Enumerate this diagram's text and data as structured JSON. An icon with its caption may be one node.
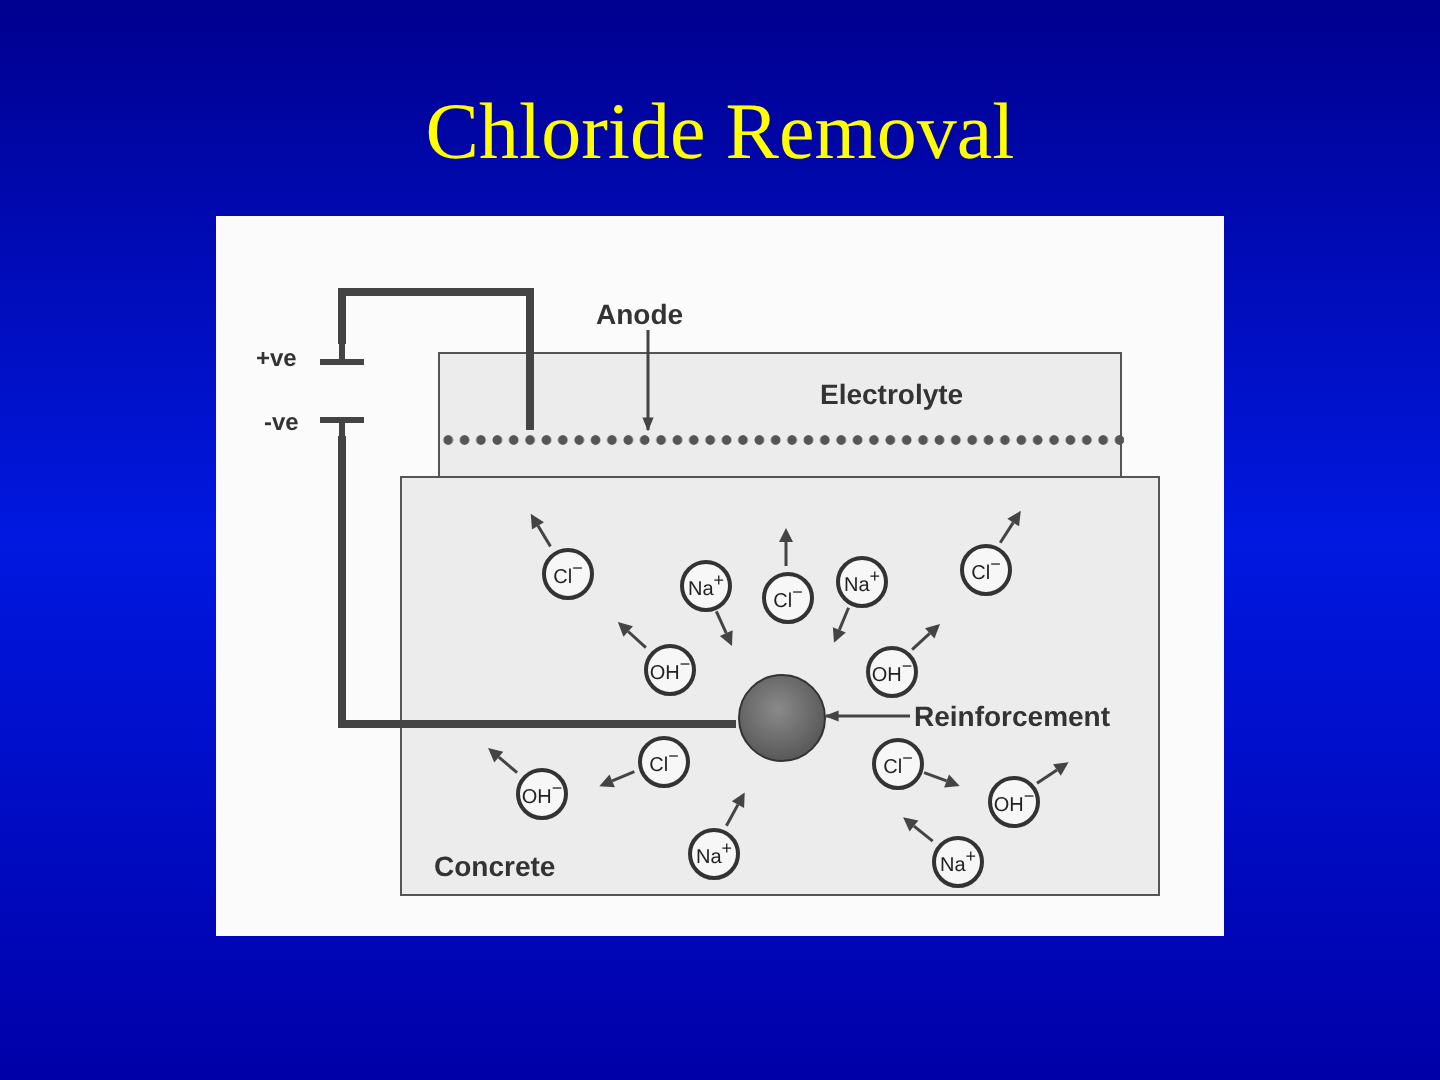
{
  "diagram": {
    "title": "Chloride Removal",
    "nodes": [
      {
        "text": [
          "+ve",
          "-ve"
        ]
      },
      {
        "text": [
          "Anode"
        ]
      },
      {
        "text": [
          "Electrolyte"
        ]
      },
      {
        "text": [],
        "shape": "bar",
        "in": 2
      },
      {
        "text": [
          "Concrete"
        ]
      },
      {
        "text": [],
        "shape": "circle",
        "in": 4
      },
      {
        "text": [
          "Reinforcement"
        ],
        "in": 4
      },
      {
        "text": [
          "Cl$^{−}$"
        ],
        "in": 4
      },
      {
        "text": [
          "Na$^{+}$"
        ],
        "in": 4
      },
      {
        "text": [
          "Cl$^{−}$"
        ],
        "in": 4
      },
      {
        "text": [
          "Na$^{+}$"
        ],
        "in": 4
      },
      {
        "text": [
          "Cl$^{−}$"
        ],
        "in": 4
      },
      {
        "text": [
          "OH$^{−}$"
        ],
        "in": 4
      },
      {
        "text": [
          "OH$^{−}$"
        ],
        "in": 4
      },
      {
        "text": [
          "OH$^{−}$"
        ],
        "in": 4
      },
      {
        "text": [
          "Cl$^{−}$"
        ],
        "in": 4
      },
      {
        "text": [
          "Cl$^{−}$"
        ],
        "in": 4
      },
      {
        "text": [
          "OH$^{−}$"
        ],
        "in": 4
      },
      {
        "text": [
          "Na$^{+}$"
        ],
        "in": 4
      },
      {
        "text": [
          "Na$^{+}$"
        ],
        "in": 4
      }
    ],
    "edges": [
      {
        "from": 0,
        "to": 3,
        "arrow": "none",
        "style": "thick"
      },
      {
        "from": 0,
        "to": 5,
        "arrow": "none",
        "style": "thick"
      },
      {
        "from": 1,
        "to": 3,
        "arrow": "to"
      },
      {
        "from": 6,
        "to": 5,
        "arrow": "to"
      }
    ]
  }
}
